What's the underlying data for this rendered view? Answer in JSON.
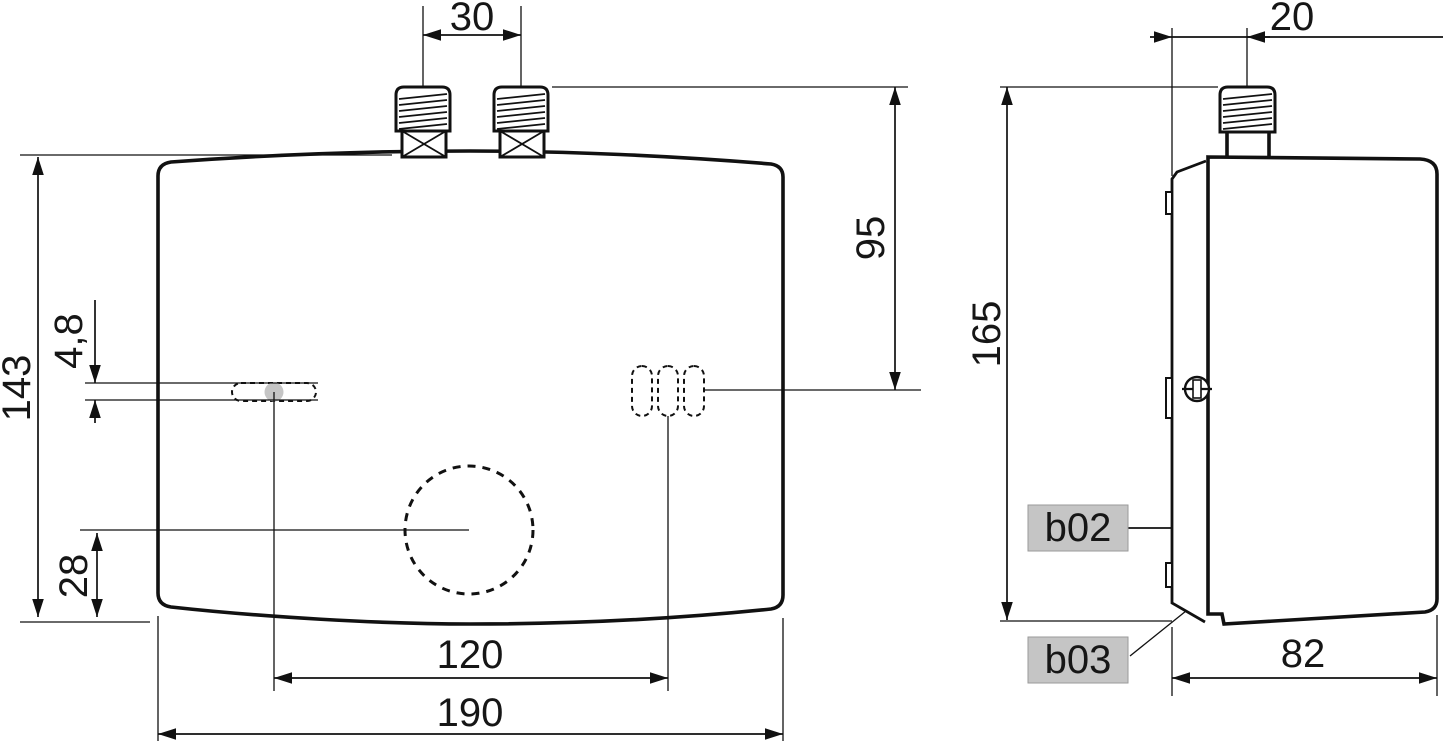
{
  "drawing": {
    "colors": {
      "line": "#111111",
      "fill_gray": "#c5c5c5",
      "background": "#ffffff"
    },
    "front_view": {
      "dim_pipe_spacing": "30",
      "dim_body_height": "143",
      "dim_slot_height": "4,8",
      "dim_knob_to_bottom": "28",
      "dim_slot_spacing": "120",
      "dim_body_width": "190",
      "dim_top_to_slots": "95"
    },
    "side_view": {
      "dim_pipe_offset": "20",
      "dim_total_height": "165",
      "dim_depth": "82",
      "label_b02": "b02",
      "label_b03": "b03"
    }
  }
}
